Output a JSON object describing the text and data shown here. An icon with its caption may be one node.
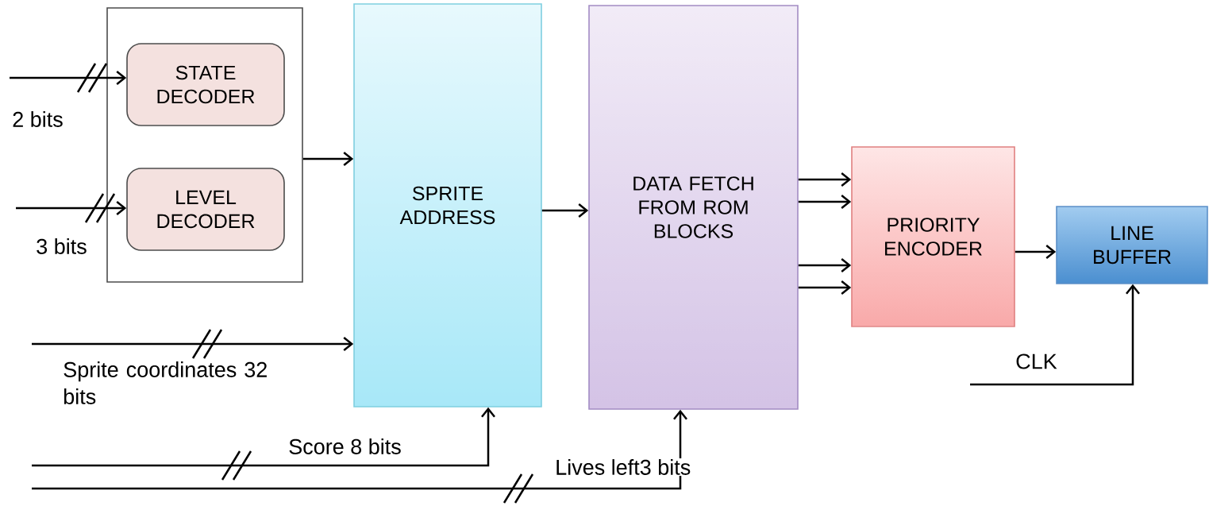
{
  "diagram": {
    "nodes": [
      {
        "text": [],
        "shape": "box"
      },
      {
        "text": [
          "STATE DECODER"
        ],
        "in": 0
      },
      {
        "text": [
          "LEVEL DECODER"
        ],
        "in": 0
      },
      {
        "text": [
          "SPRITE ADDRESS"
        ]
      },
      {
        "text": [
          "DATA FETCH FROM ROM BLOCKS"
        ]
      },
      {
        "text": [
          "PRIORITY ENCODER"
        ]
      },
      {
        "text": [
          "LINE BUFFER"
        ]
      }
    ],
    "edges": [
      {
        "from": null,
        "to": 1,
        "arrow": "to",
        "label": "2 bits"
      },
      {
        "from": null,
        "to": 2,
        "arrow": "to",
        "label": "3 bits"
      },
      {
        "from": 0,
        "to": 3,
        "arrow": "to"
      },
      {
        "from": null,
        "to": 3,
        "arrow": "to",
        "label": "Sprite coordinates 32 bits"
      },
      {
        "from": null,
        "to": 3,
        "arrow": "to",
        "label": "Score 8 bits"
      },
      {
        "from": null,
        "to": 4,
        "arrow": "to",
        "label": "Lives left3 bits"
      },
      {
        "from": 3,
        "to": 4,
        "arrow": "to"
      },
      {
        "from": 4,
        "to": 5,
        "arrow": "to"
      },
      {
        "from": 4,
        "to": 5,
        "arrow": "to"
      },
      {
        "from": 4,
        "to": 5,
        "arrow": "to"
      },
      {
        "from": 4,
        "to": 5,
        "arrow": "to"
      },
      {
        "from": 5,
        "to": 6,
        "arrow": "to"
      },
      {
        "from": null,
        "to": 6,
        "arrow": "to",
        "label": "CLK"
      }
    ]
  }
}
